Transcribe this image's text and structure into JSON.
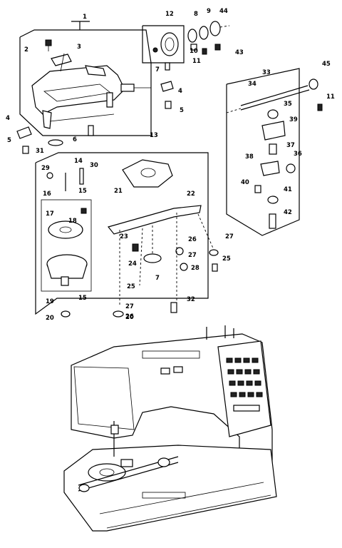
{
  "callouts": [
    {
      "id": "c1",
      "text": "1"
    },
    {
      "id": "c2",
      "text": "2"
    },
    {
      "id": "c3",
      "text": "3"
    },
    {
      "id": "c4a",
      "text": "4"
    },
    {
      "id": "c4b",
      "text": "4"
    },
    {
      "id": "c5a",
      "text": "5"
    },
    {
      "id": "c5b",
      "text": "5"
    },
    {
      "id": "c6",
      "text": "6"
    },
    {
      "id": "c7a",
      "text": "7"
    },
    {
      "id": "c7b",
      "text": "7"
    },
    {
      "id": "c8",
      "text": "8"
    },
    {
      "id": "c9",
      "text": "9"
    },
    {
      "id": "c10",
      "text": "10"
    },
    {
      "id": "c11a",
      "text": "11"
    },
    {
      "id": "c11b",
      "text": "11"
    },
    {
      "id": "c12",
      "text": "12"
    },
    {
      "id": "c13",
      "text": "13"
    },
    {
      "id": "c14",
      "text": "14"
    },
    {
      "id": "c15a",
      "text": "15"
    },
    {
      "id": "c15b",
      "text": "15"
    },
    {
      "id": "c16",
      "text": "16"
    },
    {
      "id": "c17",
      "text": "17"
    },
    {
      "id": "c18",
      "text": "18"
    },
    {
      "id": "c19",
      "text": "19"
    },
    {
      "id": "c20a",
      "text": "20"
    },
    {
      "id": "c20b",
      "text": "20"
    },
    {
      "id": "c21",
      "text": "21"
    },
    {
      "id": "c22",
      "text": "22"
    },
    {
      "id": "c23",
      "text": "23"
    },
    {
      "id": "c24",
      "text": "24"
    },
    {
      "id": "c25a",
      "text": "25"
    },
    {
      "id": "c25b",
      "text": "25"
    },
    {
      "id": "c26a",
      "text": "26"
    },
    {
      "id": "c26b",
      "text": "26"
    },
    {
      "id": "c27a",
      "text": "27"
    },
    {
      "id": "c27b",
      "text": "27"
    },
    {
      "id": "c27c",
      "text": "27"
    },
    {
      "id": "c28",
      "text": "28"
    },
    {
      "id": "c29",
      "text": "29"
    },
    {
      "id": "c30",
      "text": "30"
    },
    {
      "id": "c31",
      "text": "31"
    },
    {
      "id": "c32",
      "text": "32"
    },
    {
      "id": "c33",
      "text": "33"
    },
    {
      "id": "c34",
      "text": "34"
    },
    {
      "id": "c35",
      "text": "35"
    },
    {
      "id": "c36",
      "text": "36"
    },
    {
      "id": "c37",
      "text": "37"
    },
    {
      "id": "c38",
      "text": "38"
    },
    {
      "id": "c39",
      "text": "39"
    },
    {
      "id": "c40",
      "text": "40"
    },
    {
      "id": "c41",
      "text": "41"
    },
    {
      "id": "c42",
      "text": "42"
    },
    {
      "id": "c43",
      "text": "43"
    },
    {
      "id": "c44",
      "text": "44"
    },
    {
      "id": "c45",
      "text": "45"
    }
  ]
}
